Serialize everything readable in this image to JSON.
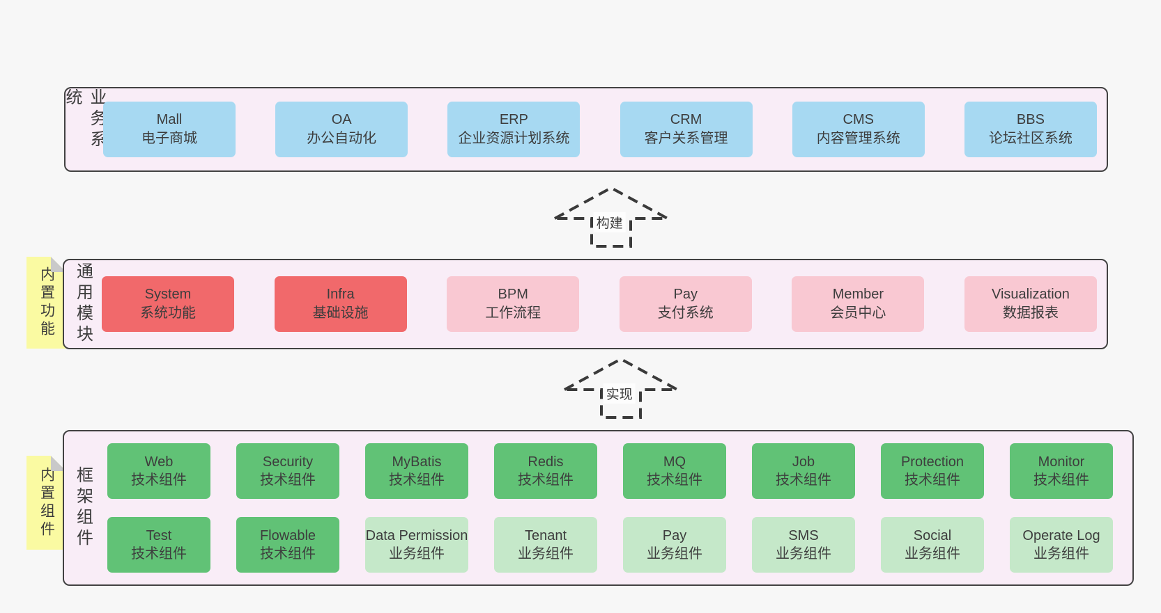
{
  "colors": {
    "page_bg": "#f7f7f7",
    "layer_bg": "#f9edf7",
    "layer_border": "#424242",
    "business_box": "#a7d9f2",
    "core_box": "#f1696b",
    "module_box": "#f9c8d2",
    "tech_box": "#61c276",
    "biz_box": "#c5e8c9",
    "note_bg": "#fafaa2",
    "note_fold": "#c9c9c9",
    "text": "#3d3d3d",
    "arrow": "#3a3a3a"
  },
  "arrows": {
    "build": {
      "label": "构建"
    },
    "implement": {
      "label": "实现"
    }
  },
  "layers": {
    "business": {
      "label": "业务系统",
      "boxes": [
        {
          "title": "Mall",
          "subtitle": "电子商城"
        },
        {
          "title": "OA",
          "subtitle": "办公自动化"
        },
        {
          "title": "ERP",
          "subtitle": "企业资源计划系统"
        },
        {
          "title": "CRM",
          "subtitle": "客户关系管理"
        },
        {
          "title": "CMS",
          "subtitle": "内容管理系统"
        },
        {
          "title": "BBS",
          "subtitle": "论坛社区系统"
        }
      ]
    },
    "modules": {
      "label": "通用模块",
      "note": "内置功能",
      "boxes": [
        {
          "title": "System",
          "subtitle": "系统功能"
        },
        {
          "title": "Infra",
          "subtitle": "基础设施"
        },
        {
          "title": "BPM",
          "subtitle": "工作流程"
        },
        {
          "title": "Pay",
          "subtitle": "支付系统"
        },
        {
          "title": "Member",
          "subtitle": "会员中心"
        },
        {
          "title": "Visualization",
          "subtitle": "数据报表"
        }
      ]
    },
    "components": {
      "label": "框架组件",
      "note": "内置组件",
      "rows": [
        [
          {
            "title": "Web",
            "subtitle": "技术组件"
          },
          {
            "title": "Security",
            "subtitle": "技术组件"
          },
          {
            "title": "MyBatis",
            "subtitle": "技术组件"
          },
          {
            "title": "Redis",
            "subtitle": "技术组件"
          },
          {
            "title": "MQ",
            "subtitle": "技术组件"
          },
          {
            "title": "Job",
            "subtitle": "技术组件"
          },
          {
            "title": "Protection",
            "subtitle": "技术组件"
          },
          {
            "title": "Monitor",
            "subtitle": "技术组件"
          }
        ],
        [
          {
            "title": "Test",
            "subtitle": "技术组件"
          },
          {
            "title": "Flowable",
            "subtitle": "技术组件"
          },
          {
            "title": "Data Permission",
            "subtitle": "业务组件"
          },
          {
            "title": "Tenant",
            "subtitle": "业务组件"
          },
          {
            "title": "Pay",
            "subtitle": "业务组件"
          },
          {
            "title": "SMS",
            "subtitle": "业务组件"
          },
          {
            "title": "Social",
            "subtitle": "业务组件"
          },
          {
            "title": "Operate Log",
            "subtitle": "业务组件"
          }
        ]
      ]
    }
  }
}
